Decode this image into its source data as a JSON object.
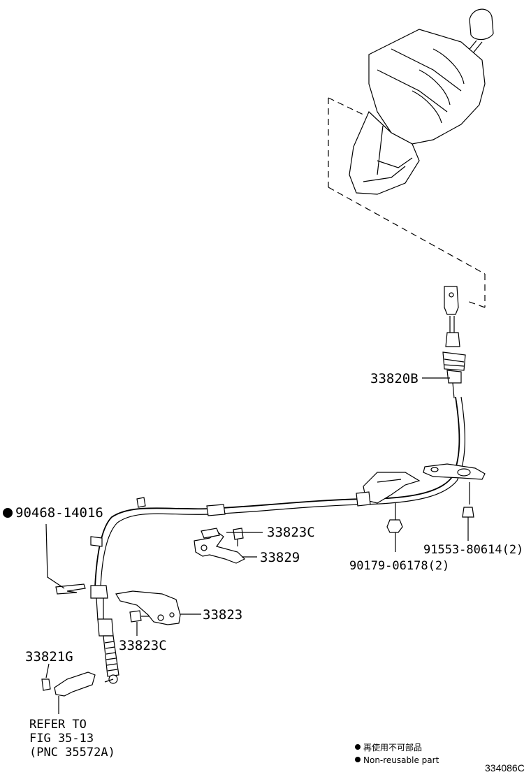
{
  "callouts": {
    "p33820B": "33820B",
    "p90468": "90468-14016",
    "p33823C_top": "33823C",
    "p33829": "33829",
    "p91553": "91553-80614(2)",
    "p90179": "90179-06178(2)",
    "p33823": "33823",
    "p33823C_bottom": "33823C",
    "p33821G": "33821G"
  },
  "refer": {
    "line1": "REFER TO",
    "line2": "FIG 35-13",
    "line3": "(PNC 35572A)"
  },
  "legend": {
    "jp": "再使用不可部品",
    "en": "Non-reusable part"
  },
  "diagram_code": "334086C",
  "marker_icon": "filled-circle-icon"
}
